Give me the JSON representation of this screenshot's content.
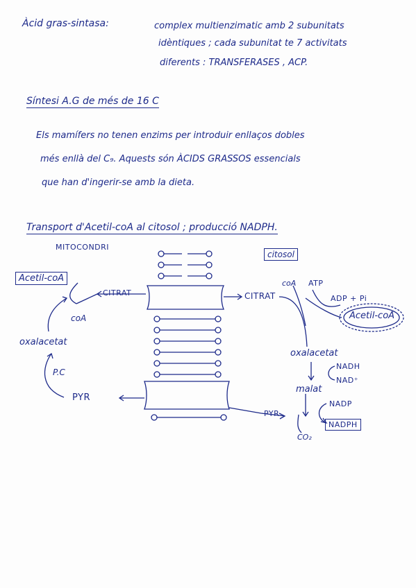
{
  "section1": {
    "label": "Àcid gras-sintasa:",
    "line1": "complex multienzimatic amb 2 subunitats",
    "line2": "idèntiques ; cada subunitat te 7 activitats",
    "line3": "diferents : TRANSFERASES , ACP."
  },
  "section2": {
    "heading": "Síntesi A.G de més de 16 C",
    "line1": "Els mamífers no tenen enzims per introduir enllaços dobles",
    "line2": "més enllà del C₉. Aquests són ÀCIDS GRASSOS essencials",
    "line3": "que han d'ingerir-se amb la dieta."
  },
  "section3": {
    "heading": "Transport d'Acetil-coA al citosol ; producció NADPH.",
    "mitocondri": "MITOCONDRI",
    "citosol": "citosol",
    "acetil_left": "Acetil-coA",
    "citrat_left": "CITRAT",
    "coa_left": "coA",
    "oxalacetat_left": "oxalacetat",
    "pc": "P.C",
    "pyr_left": "PYR",
    "citrat_right": "CITRAT",
    "coa_right": "coA",
    "atp": "ATP",
    "adp_pi": "ADP + Pi",
    "acetil_right": "Acetil-coA",
    "oxalacetat_right": "oxalacetat",
    "nadh": "NADH",
    "nad": "NAD⁺",
    "malat": "malat",
    "nadp": "NADP",
    "nadph": "NADPH",
    "pyr_right": "PYR",
    "co2": "CO₂"
  }
}
